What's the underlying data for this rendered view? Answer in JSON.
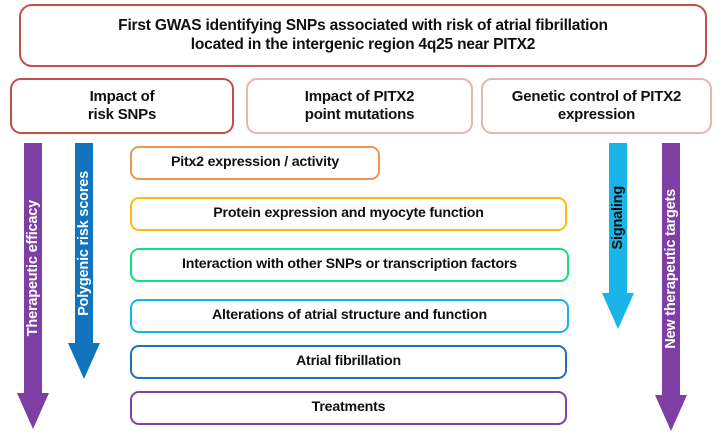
{
  "figure": {
    "title_box": {
      "line1": "First GWAS identifying SNPs associated with risk of atrial fibrillation",
      "line2": "located in the intergenic region 4q25 near PITX2",
      "border_color": "#c0504d"
    },
    "categories": [
      {
        "line1": "Impact of",
        "line2": "risk SNPs",
        "border_color": "#c0504d"
      },
      {
        "line1": "Impact of PITX2",
        "line2": "point mutations",
        "border_color": "#e8b4b4"
      },
      {
        "line1": "Genetic control of PITX2",
        "line2": "expression",
        "border_color": "#e8b4b4"
      }
    ],
    "stack": [
      {
        "label": "Pitx2 expression / activity",
        "border_color": "#f1954c"
      },
      {
        "label": "Protein expression and myocyte function",
        "border_color": "#fcba17"
      },
      {
        "label": "Interaction with other SNPs or transcription factors",
        "border_color": "#11e07c"
      },
      {
        "label": "Alterations of atrial structure and function",
        "border_color": "#14b4ef"
      },
      {
        "label": "Atrial fibrillation",
        "border_color": "#1f72b8"
      },
      {
        "label": "Treatments",
        "border_color": "#7e42a7"
      }
    ],
    "arrows": [
      {
        "label": "Therapeutic efficacy",
        "color": "#7e3fa5",
        "text_color": "#ffffff",
        "direction": "down",
        "side": "left"
      },
      {
        "label": "Polygenic risk scores",
        "color": "#1173bd",
        "text_color": "#ffffff",
        "direction": "down",
        "side": "left"
      },
      {
        "label": "Signaling",
        "color": "#19b5e8",
        "text_color": "#0d0d0d",
        "direction": "down",
        "side": "right"
      },
      {
        "label": "New therapeutic targets",
        "color": "#7e3fa5",
        "text_color": "#ffffff",
        "direction": "down",
        "side": "right"
      }
    ]
  }
}
